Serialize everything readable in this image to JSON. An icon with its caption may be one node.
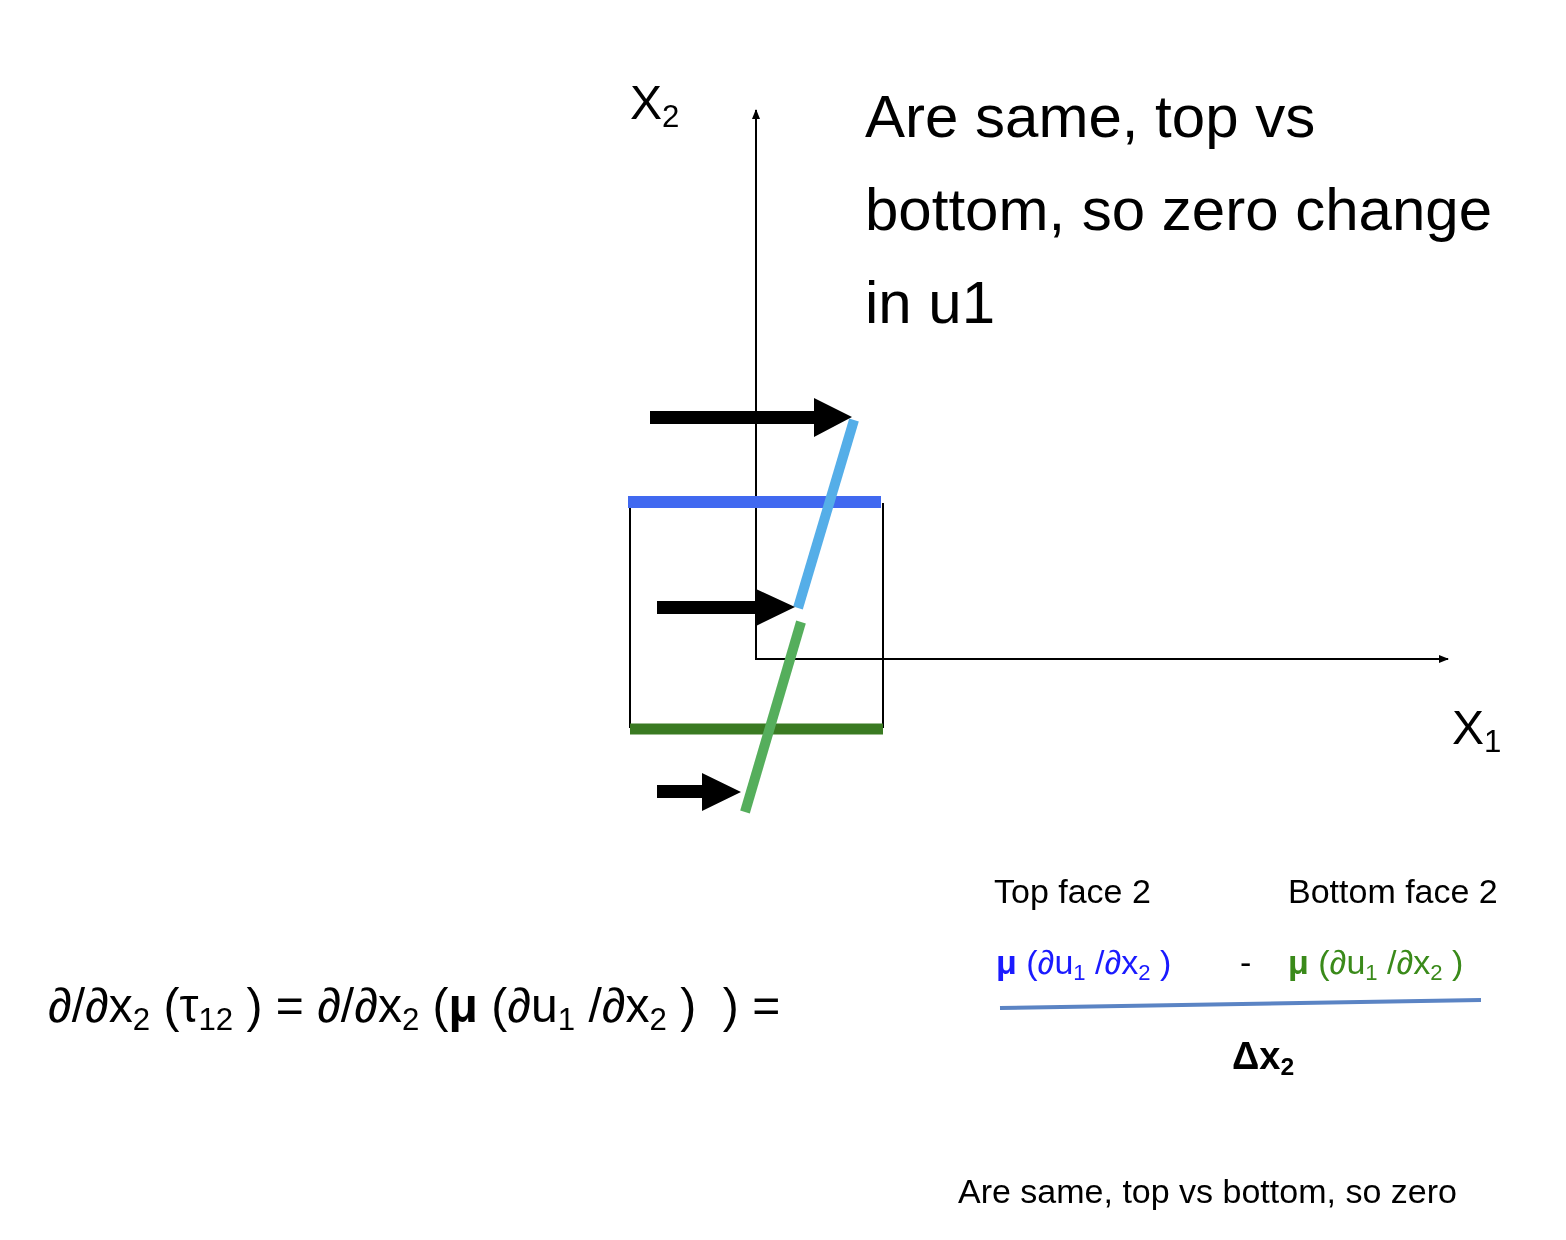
{
  "diagram": {
    "labels": [
      "X$_{2}$",
      "Are same, top vs bottom, so zero change in u1",
      "X$_{1}$",
      "Top face 2",
      "Bottom face 2",
      "∂/∂x$_{2}$ (τ$_{12}$ ) = ∂/∂x$_{2}$ (**μ** (∂u$_{1}$ /∂x$_{2}$ )  ) =",
      "**μ** (∂u$_{1}$ /∂x$_{2}$ )",
      "-",
      "**μ** (∂u$_{1}$ /∂x$_{2}$ )",
      "Δx$_{2}$",
      "Are same, top vs bottom, so zero"
    ]
  }
}
